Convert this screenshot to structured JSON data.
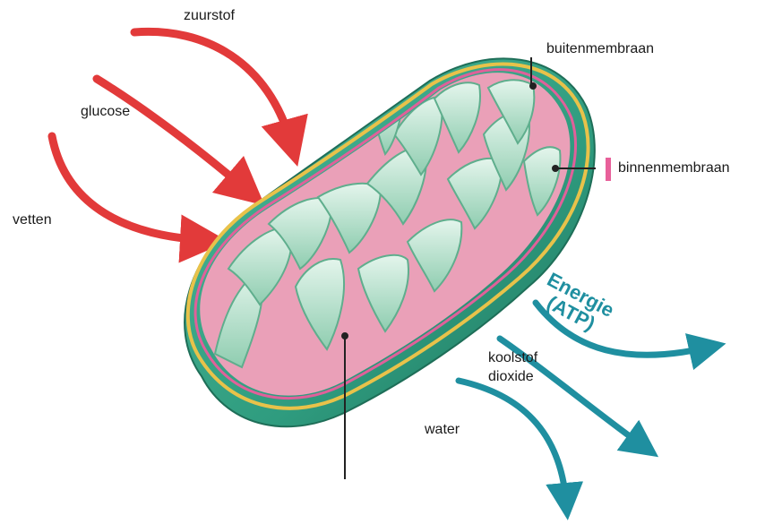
{
  "labels": {
    "oxygen": "zuurstof",
    "glucose": "glucose",
    "fats": "vetten",
    "outer_membrane": "buitenmembraan",
    "inner_membrane": "binnenmembraan",
    "energy": "Energie",
    "atp": "(ATP)",
    "carbon_dioxide_line1": "koolstof",
    "carbon_dioxide_line2": "dioxide",
    "water": "water"
  },
  "colors": {
    "input_arrow": "#e23a3a",
    "output_arrow": "#1f8fa0",
    "outer_shell": "#2f9c7f",
    "outer_shell_dark": "#1e6e58",
    "outer_edge_yellow": "#e8c24a",
    "inner_membrane_pink": "#e0609a",
    "cristae_green": "#a9d9c2",
    "cristae_light": "#d8f0e3",
    "matrix_pink": "#eaa0b8",
    "legend_pink": "#e8609a"
  }
}
